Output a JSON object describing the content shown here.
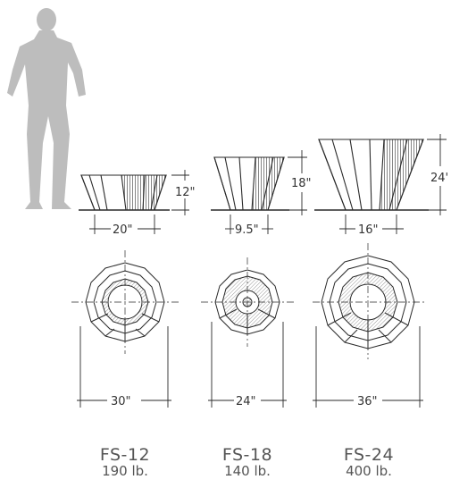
{
  "planters": [
    {
      "model": "FS-12",
      "weight": "190 lb.",
      "height": "12\"",
      "base": "20\"",
      "plan_diameter": "30\""
    },
    {
      "model": "FS-18",
      "weight": "140 lb.",
      "height": "18\"",
      "base": "9.5\"",
      "plan_diameter": "24\""
    },
    {
      "model": "FS-24",
      "weight": "400 lb.",
      "height": "24'",
      "base": "16\"",
      "plan_diameter": "36\""
    }
  ],
  "colors": {
    "ink": "#2a2a2a",
    "silhouette": "#bdbdbd",
    "text": "#555555"
  }
}
